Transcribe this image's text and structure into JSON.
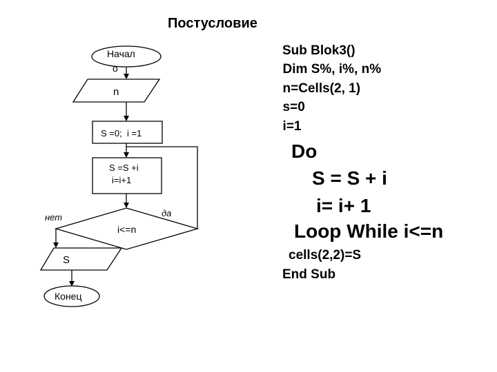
{
  "title": "Постусловие",
  "flowchart": {
    "start": "Начал",
    "start_wrap": "о",
    "input": "n",
    "init": "S =0;  i =1",
    "body_line1": "S =S +i",
    "body_line2": "i=i+1",
    "condition": "i<=n",
    "yes_label": "да",
    "no_label": "нет",
    "output": "S",
    "end": "Конец"
  },
  "code": {
    "lines_small_1": [
      "Sub Blok3()",
      "  Dim S%, i%, n%",
      "  n=Cells(2, 1)",
      "  s=0",
      "  i=1"
    ],
    "do": "Do",
    "body": [
      "S = S + i",
      "i= i+ 1"
    ],
    "loop": "Loop While i<=n",
    "lines_small_2": [
      "cells(2,2)=S",
      "End Sub"
    ]
  }
}
